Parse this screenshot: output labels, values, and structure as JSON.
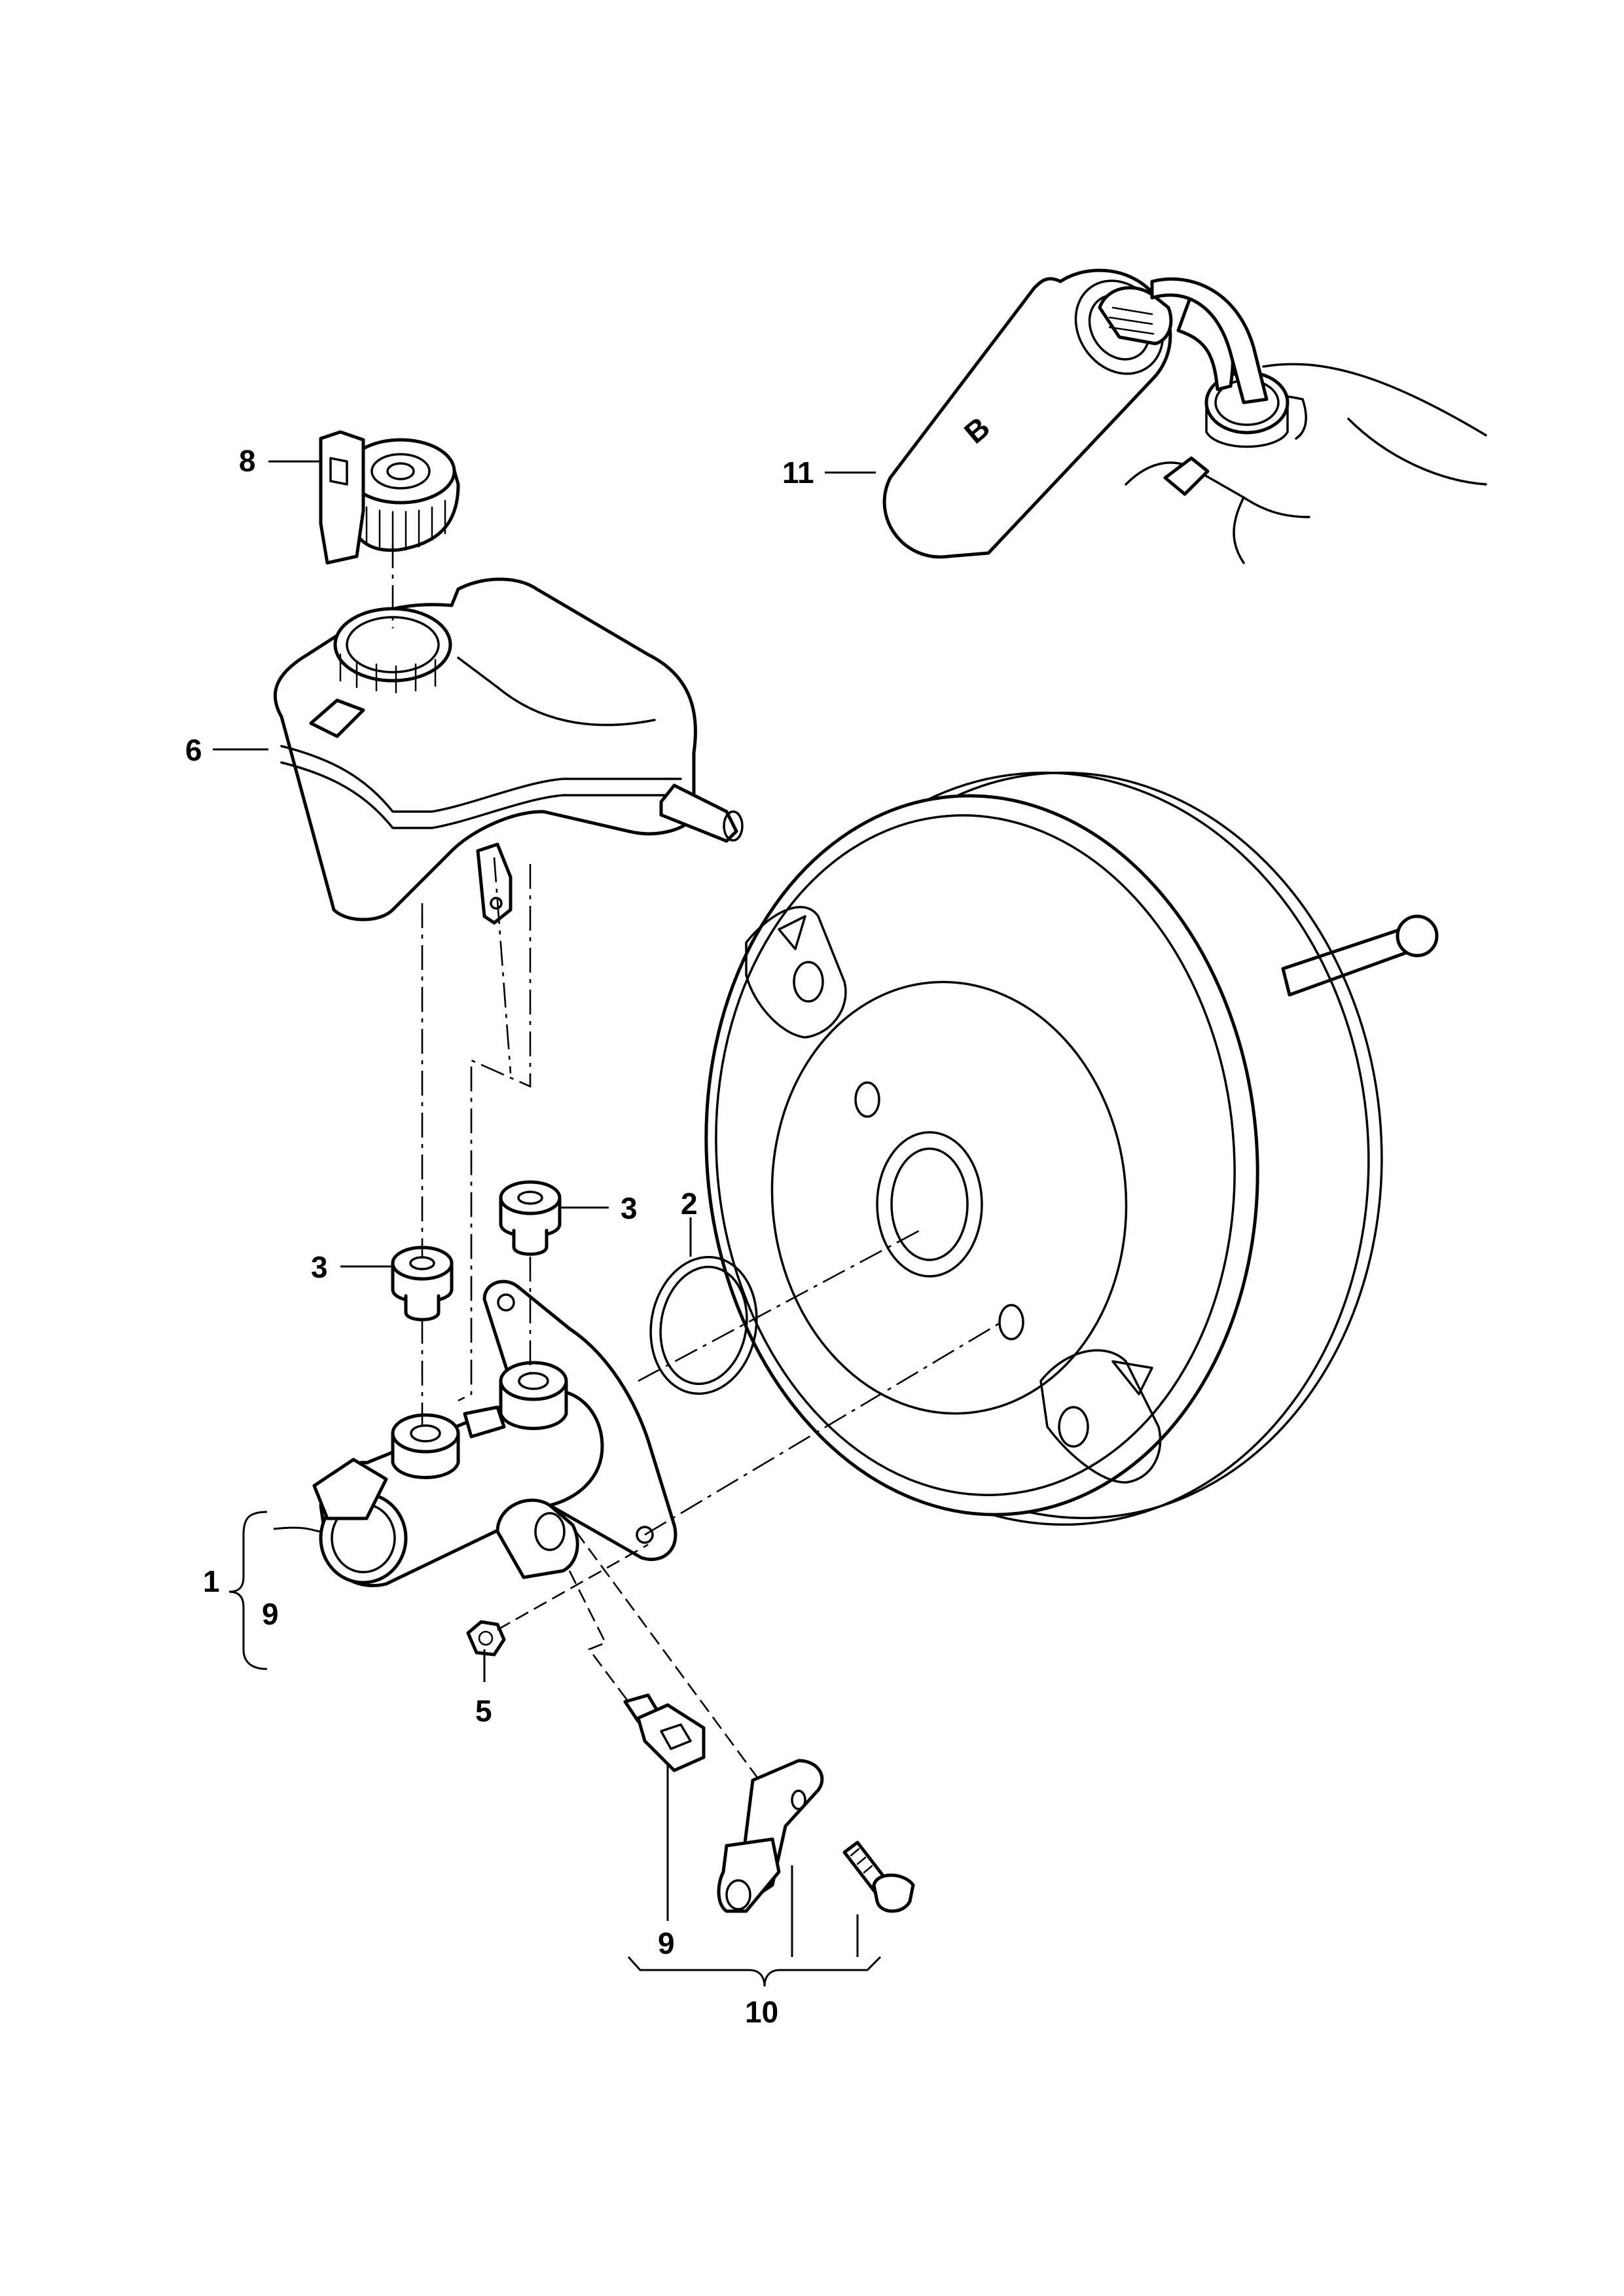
{
  "diagram": {
    "callouts": {
      "c1": "1",
      "c2": "2",
      "c3a": "3",
      "c3b": "3",
      "c5": "5",
      "c6": "6",
      "c8": "8",
      "c9a": "9",
      "c9b": "9",
      "c10": "10",
      "c11": "11"
    },
    "bottle_marking": "B"
  }
}
